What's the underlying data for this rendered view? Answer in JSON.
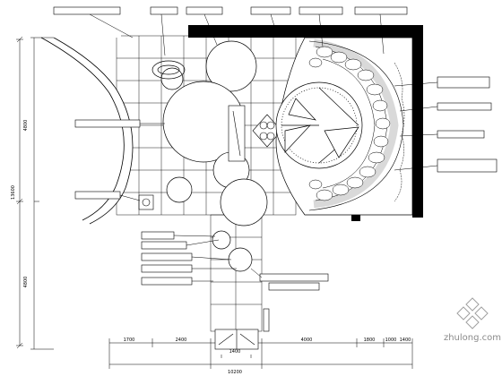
{
  "drawing": {
    "bottom_dimensions": [
      "1700",
      "2400",
      "1400",
      "4000",
      "1800",
      "1000",
      "1400"
    ],
    "bottom_overall": "10200",
    "bottom_sub": "1400",
    "left_dimensions_top": "4800",
    "left_overall": "13600",
    "left_dimensions_bottom": "4800"
  },
  "watermark": {
    "site": "zhulong.com"
  },
  "colors": {
    "line": "#000000",
    "wall": "#000000",
    "watermark": "#a0a0a0"
  }
}
